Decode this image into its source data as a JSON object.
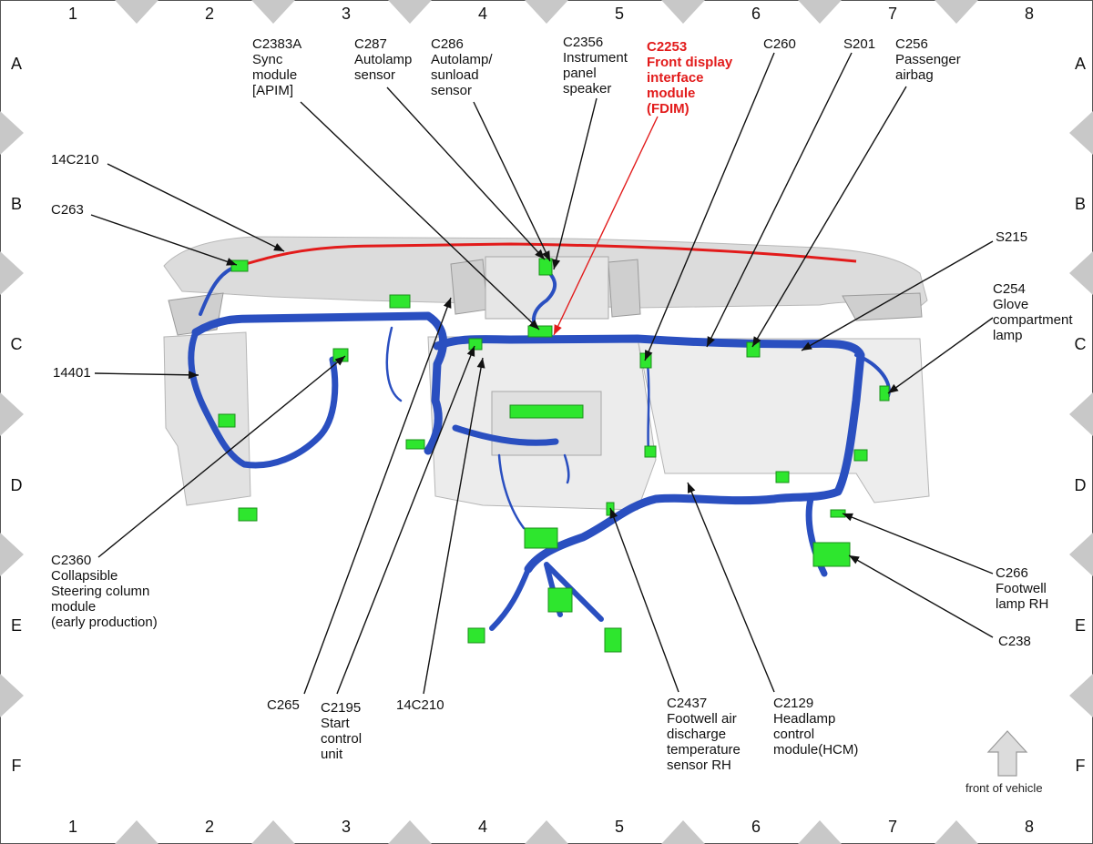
{
  "grid": {
    "columns": [
      "1",
      "2",
      "3",
      "4",
      "5",
      "6",
      "7",
      "8"
    ],
    "rows": [
      "A",
      "B",
      "C",
      "D",
      "E",
      "F"
    ]
  },
  "callouts": [
    {
      "id": "c2383a",
      "text": "C2383A\nSync\nmodule\n[APIM]",
      "color": "#111111"
    },
    {
      "id": "c287",
      "text": "C287\nAutolamp\nsensor",
      "color": "#111111"
    },
    {
      "id": "c286",
      "text": "C286\nAutolamp/\nsunload\nsensor",
      "color": "#111111"
    },
    {
      "id": "c2356",
      "text": "C2356\nInstrument\npanel\nspeaker",
      "color": "#111111"
    },
    {
      "id": "c2253",
      "text": "C2253\nFront display\ninterface\nmodule\n(FDIM)",
      "color": "#e21b1b"
    },
    {
      "id": "c260",
      "text": "C260",
      "color": "#111111"
    },
    {
      "id": "s201",
      "text": "S201",
      "color": "#111111"
    },
    {
      "id": "c256",
      "text": "C256\nPassenger\nairbag",
      "color": "#111111"
    },
    {
      "id": "14c210a",
      "text": "14C210",
      "color": "#111111"
    },
    {
      "id": "c263",
      "text": "C263",
      "color": "#111111"
    },
    {
      "id": "s215",
      "text": "S215",
      "color": "#111111"
    },
    {
      "id": "c254",
      "text": "C254\nGlove\ncompartment\nlamp",
      "color": "#111111"
    },
    {
      "id": "14401",
      "text": "14401",
      "color": "#111111"
    },
    {
      "id": "c2360",
      "text": "C2360\nCollapsible\nSteering column\nmodule\n(early production)",
      "color": "#111111"
    },
    {
      "id": "c266",
      "text": "C266\nFootwell\nlamp RH",
      "color": "#111111"
    },
    {
      "id": "c238",
      "text": "C238",
      "color": "#111111"
    },
    {
      "id": "c265",
      "text": "C265",
      "color": "#111111"
    },
    {
      "id": "c2195",
      "text": "C2195\nStart\ncontrol\nunit",
      "color": "#111111"
    },
    {
      "id": "14c210b",
      "text": "14C210",
      "color": "#111111"
    },
    {
      "id": "c2437",
      "text": "C2437\nFootwell air\ndischarge\ntemperature\nsensor RH",
      "color": "#111111"
    },
    {
      "id": "c2129",
      "text": "C2129\nHeadlamp\ncontrol\nmodule(HCM)",
      "color": "#111111"
    }
  ],
  "front_of_vehicle": "front of vehicle",
  "colors": {
    "harness": "#2a4fc0",
    "connector": "#2ee62e",
    "highlight": "#e21b1b",
    "dash_gray": "#d9d9d9"
  }
}
